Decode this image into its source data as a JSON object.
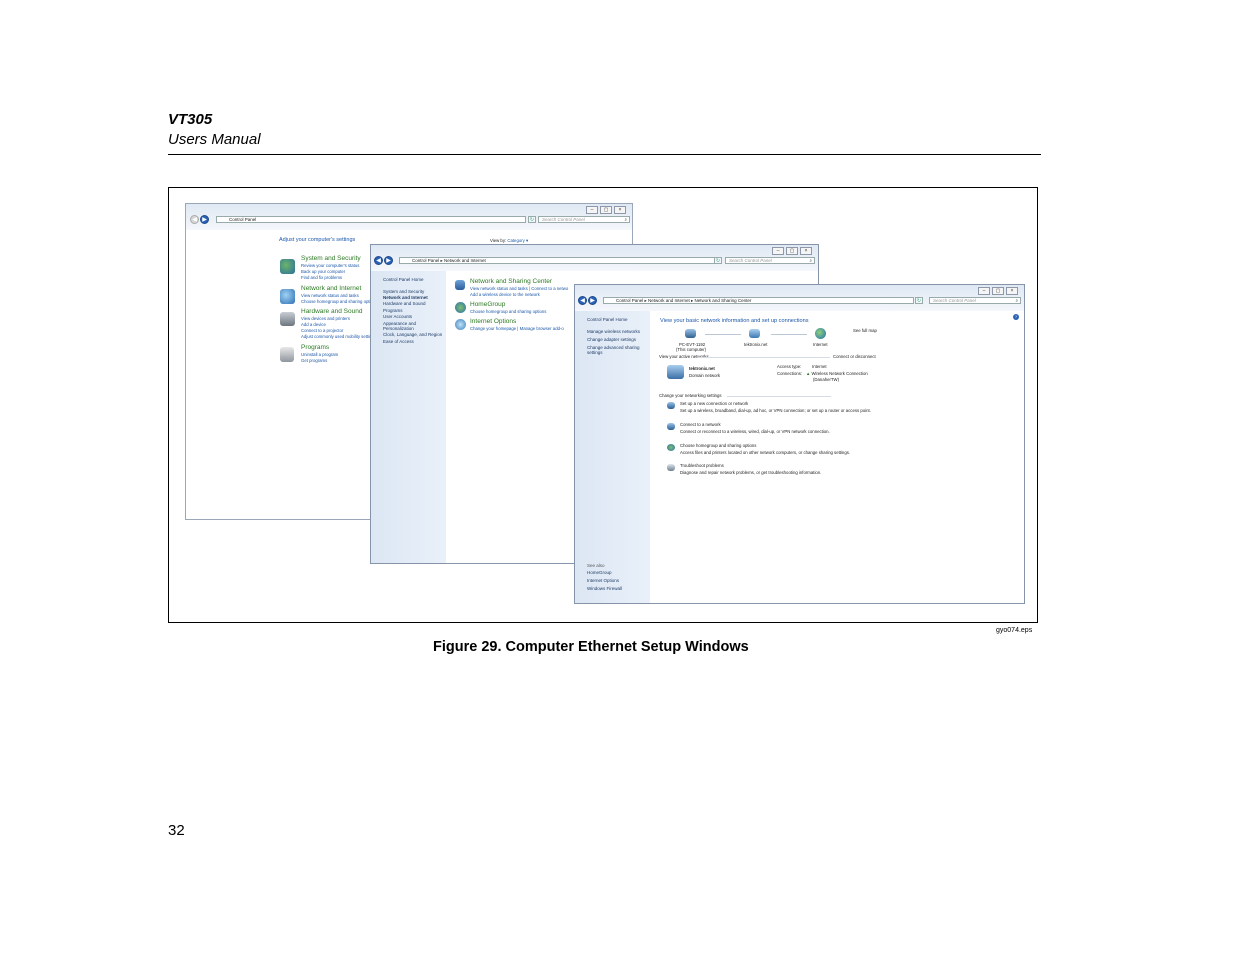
{
  "header": {
    "title": "VT305",
    "subtitle": "Users Manual"
  },
  "figure": {
    "caption": "Figure 29. Computer Ethernet Setup Windows",
    "file": "gyo074.eps"
  },
  "page_number": "32",
  "win1": {
    "address": "Control Panel",
    "search": "Search Control Panel",
    "heading": "Adjust your computer's settings",
    "view_by_label": "View by:",
    "view_by_value": "Category",
    "categories": [
      {
        "title": "System and Security",
        "links": [
          "Review your computer's status",
          "Back up your computer",
          "Find and fix problems"
        ]
      },
      {
        "title": "Network and Internet",
        "links": [
          "View network status and tasks",
          "Choose homegroup and sharing options"
        ]
      },
      {
        "title": "Hardware and Sound",
        "links": [
          "View devices and printers",
          "Add a device",
          "Connect to a projector",
          "Adjust commonly used mobility settings"
        ]
      },
      {
        "title": "Programs",
        "links": [
          "Uninstall a program",
          "Get programs"
        ]
      }
    ]
  },
  "win2": {
    "address": "Control Panel  ▸  Network and Internet",
    "search": "Search Control Panel",
    "sidebar": [
      "Control Panel Home",
      "System and Security",
      "Network and Internet",
      "Hardware and Sound",
      "Programs",
      "User Accounts",
      "Appearance and",
      "Personalization",
      "Clock, Language, and Region",
      "Ease of Access"
    ],
    "sections": [
      {
        "title": "Network and Sharing Center",
        "links": [
          "View network status and tasks  |  Connect to a netwo",
          "Add a wireless device to the network"
        ]
      },
      {
        "title": "HomeGroup",
        "links": [
          "Choose homegroup and sharing options"
        ]
      },
      {
        "title": "Internet Options",
        "links": [
          "Change your homepage  |  Manage browser add-o"
        ]
      }
    ]
  },
  "win3": {
    "address": "Control Panel  ▸  Network and Internet  ▸  Network and Sharing Center",
    "search": "Search Control Panel",
    "sidebar": [
      "Control Panel Home",
      "Manage wireless networks",
      "Change adapter settings",
      "Change advanced sharing",
      "settings"
    ],
    "see_also": {
      "label": "See also",
      "links": [
        "HomeGroup",
        "Internet Options",
        "Windows Firewall"
      ]
    },
    "heading": "View your basic network information and set up connections",
    "see_full_map": "See full map",
    "map_nodes": [
      "PC-EVT-1192",
      "(This computer)",
      "tektronix.net",
      "Internet"
    ],
    "active_networks_label": "View your active networks",
    "connect_disconnect": "Connect or disconnect",
    "network_name": "tektronix.net",
    "network_type": "Domain network",
    "access_type_label": "Access type:",
    "access_type_value": "Internet",
    "connections_label": "Connections:",
    "connections_value": "Wireless Network Connection",
    "connections_value2": "(DanaherTW)",
    "change_settings_label": "Change your networking settings",
    "tasks": [
      {
        "title": "Set up a new connection or network",
        "desc": "Set up a wireless, broadband, dial-up, ad hoc, or VPN connection; or set up a router or access point."
      },
      {
        "title": "Connect to a network",
        "desc": "Connect or reconnect to a wireless, wired, dial-up, or VPN network connection."
      },
      {
        "title": "Choose homegroup and sharing options",
        "desc": "Access files and printers located on other network computers, or change sharing settings."
      },
      {
        "title": "Troubleshoot problems",
        "desc": "Diagnose and repair network problems, or get troubleshooting information."
      }
    ]
  }
}
